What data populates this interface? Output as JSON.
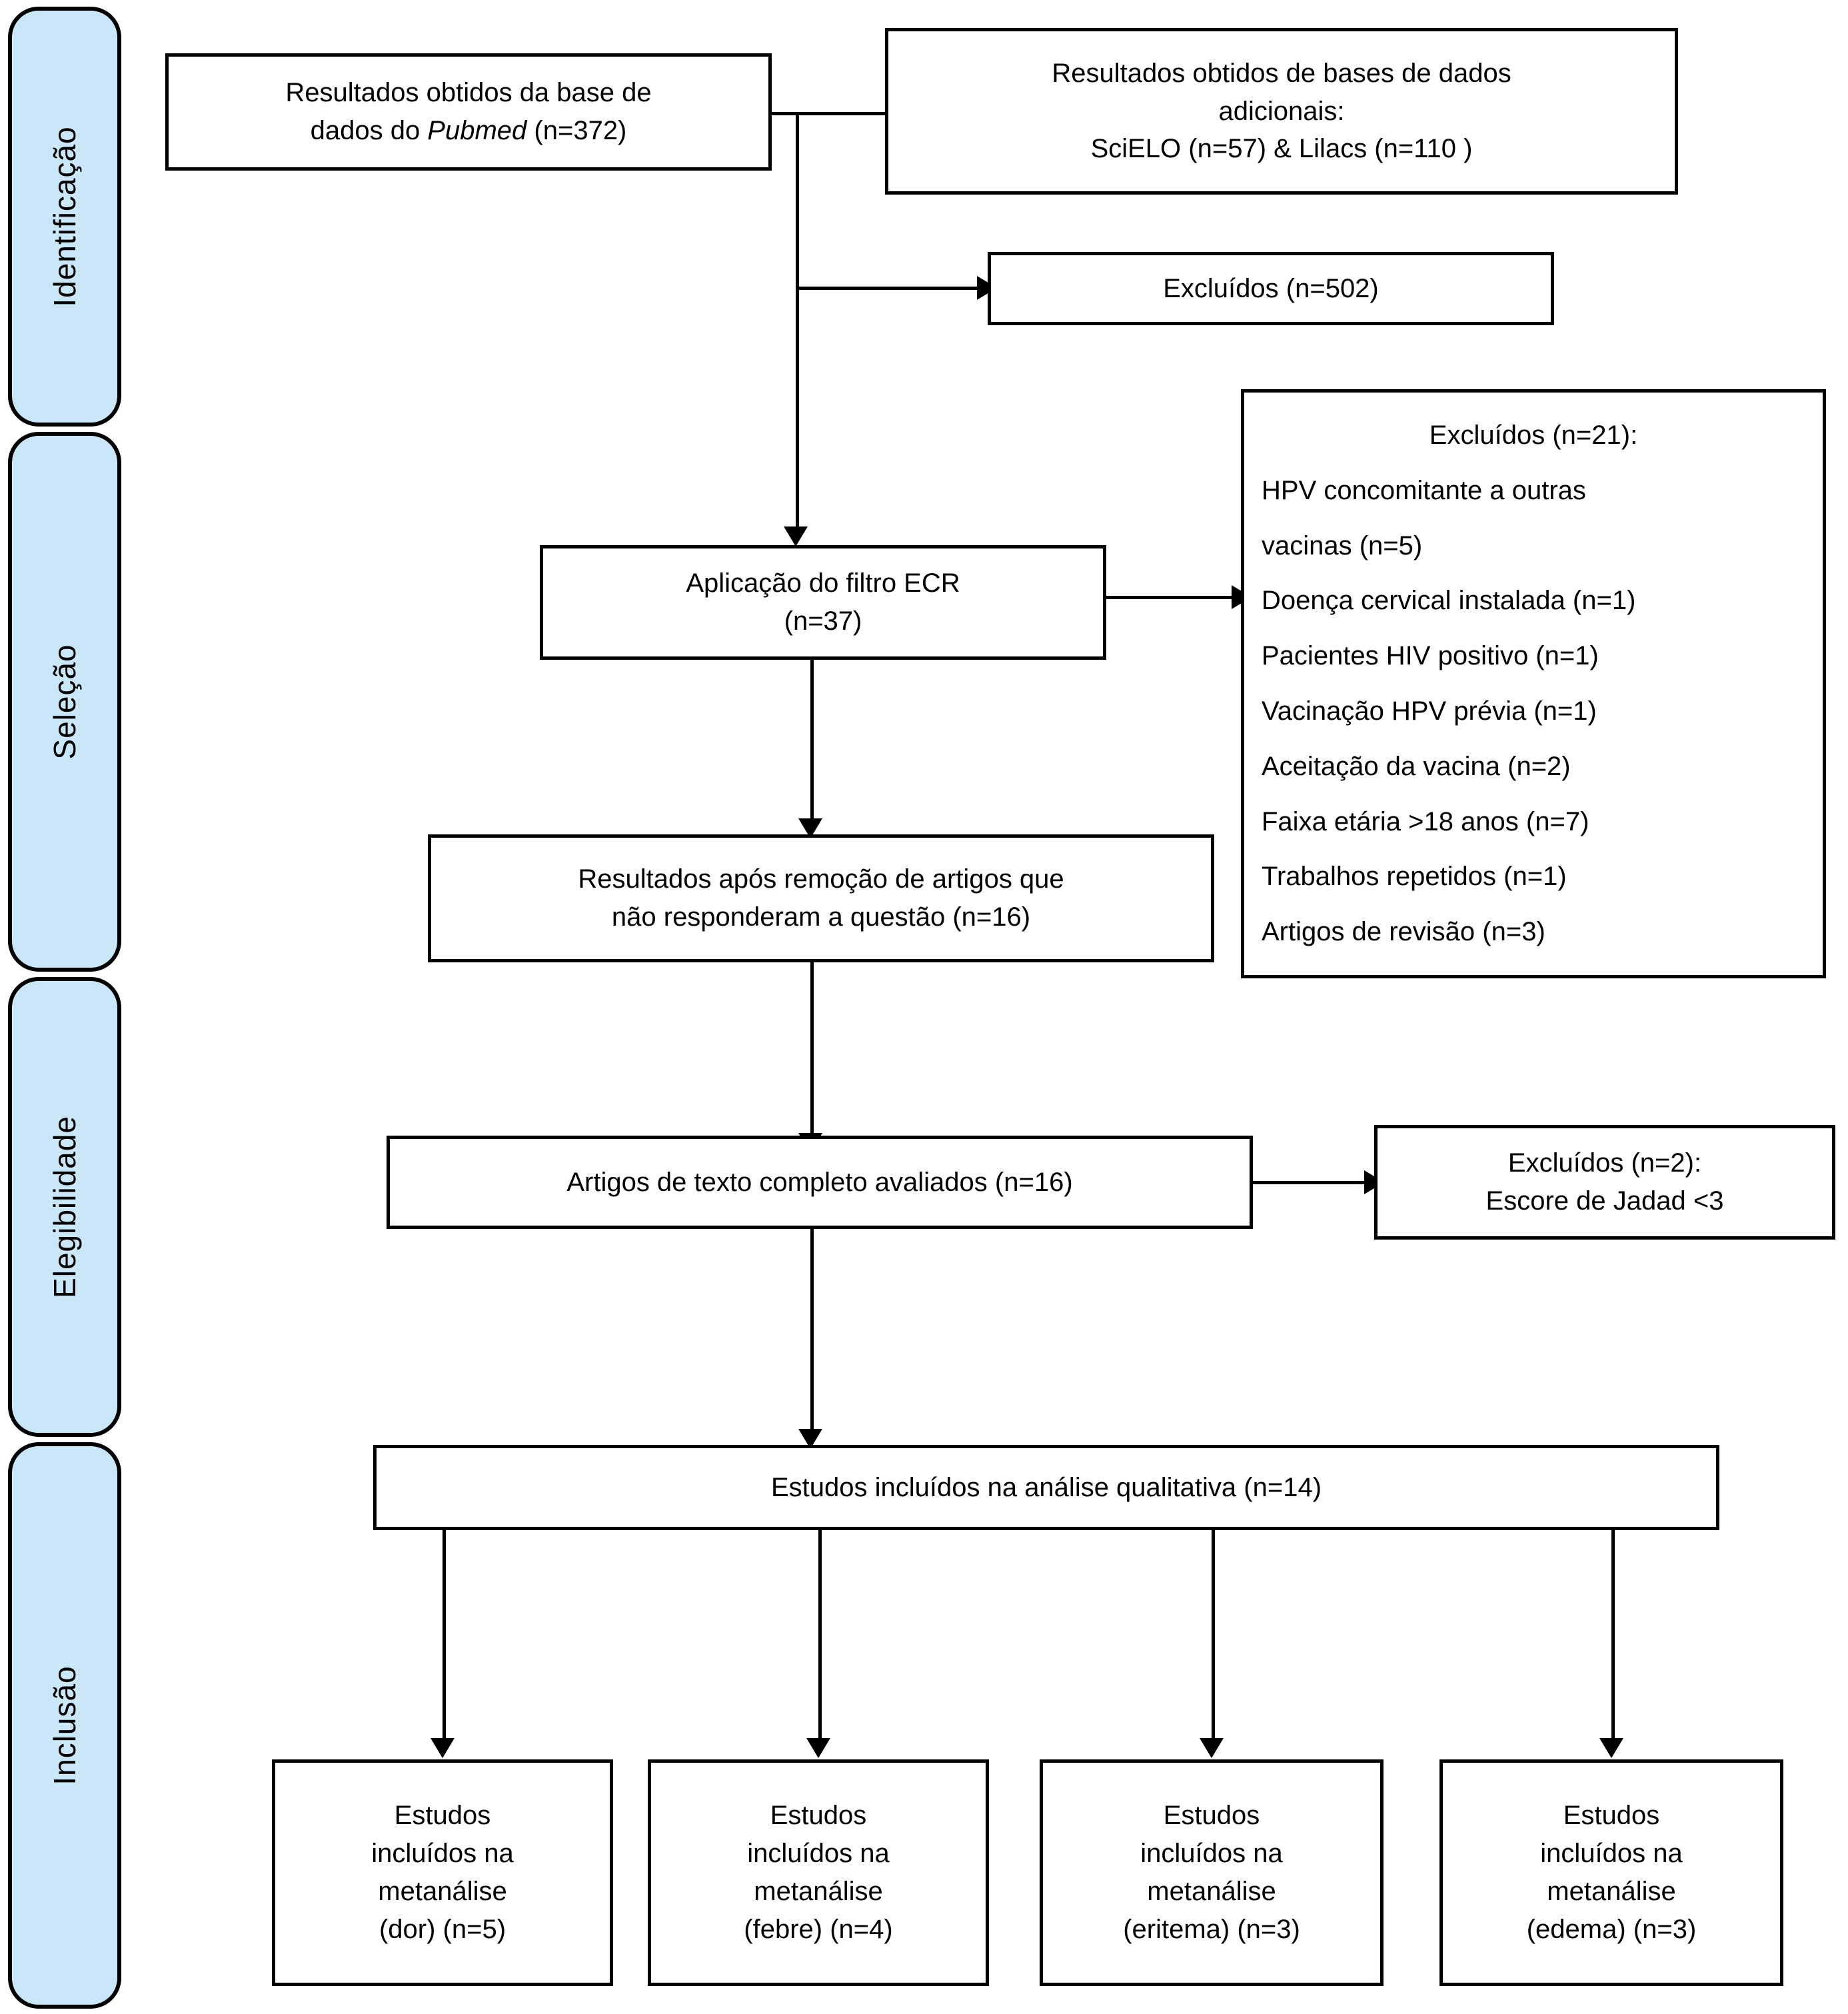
{
  "diagram": {
    "title": "PRISMA flow diagram",
    "accent_color": "#c9e7f8",
    "line_color": "#000000",
    "box_fill": "#ffffff"
  },
  "stages": [
    {
      "id": "identificacao",
      "label": "Identificação"
    },
    {
      "id": "selecao",
      "label": "Seleção"
    },
    {
      "id": "elegibilidade",
      "label": "Elegibilidade"
    },
    {
      "id": "inclusao",
      "label": "Inclusão"
    }
  ],
  "boxes": {
    "pubmed": {
      "line1": "Resultados obtidos da base de",
      "line2_pre": "dados do ",
      "line2_italic": "Pubmed",
      "line2_post": " (n=372)"
    },
    "additional_databases": {
      "line1": "Resultados obtidos de bases de dados",
      "line2": "adicionais:",
      "line3": "SciELO (n=57) & Lilacs (n=110 )"
    },
    "excluded_502": {
      "text": "Excluídos (n=502)"
    },
    "filter_ecr": {
      "line1": "Aplicação do filtro ECR",
      "line2": "(n=37)"
    },
    "excluded_21": {
      "title": "Excluídos (n=21):",
      "items": [
        "HPV concomitante a outras",
        "vacinas (n=5)",
        "Doença cervical instalada (n=1)",
        "Pacientes HIV positivo (n=1)",
        "Vacinação HPV prévia (n=1)",
        "Aceitação da vacina (n=2)",
        "Faixa etária >18 anos (n=7)",
        "Trabalhos repetidos (n=1)",
        "Artigos de revisão (n=3)"
      ]
    },
    "after_removal": {
      "line1": "Resultados após remoção de artigos que",
      "line2": "não responderam a questão (n=16)"
    },
    "fulltext_assessed": {
      "text": "Artigos de texto completo avaliados (n=16)"
    },
    "excluded_2": {
      "line1": "Excluídos (n=2):",
      "line2": "Escore de Jadad <3"
    },
    "qualitative": {
      "text": "Estudos incluídos na análise qualitativa (n=14)"
    },
    "metanalyses": [
      {
        "id": "dor",
        "line1": "Estudos",
        "line2": "incluídos na",
        "line3": "metanálise",
        "line4": "(dor) (n=5)"
      },
      {
        "id": "febre",
        "line1": "Estudos",
        "line2": "incluídos na",
        "line3": "metanálise",
        "line4": "(febre) (n=4)"
      },
      {
        "id": "eritema",
        "line1": "Estudos",
        "line2": "incluídos na",
        "line3": "metanálise",
        "line4": "(eritema) (n=3)"
      },
      {
        "id": "edema",
        "line1": "Estudos",
        "line2": "incluídos na",
        "line3": "metanálise",
        "line4": "(edema) (n=3)"
      }
    ]
  }
}
